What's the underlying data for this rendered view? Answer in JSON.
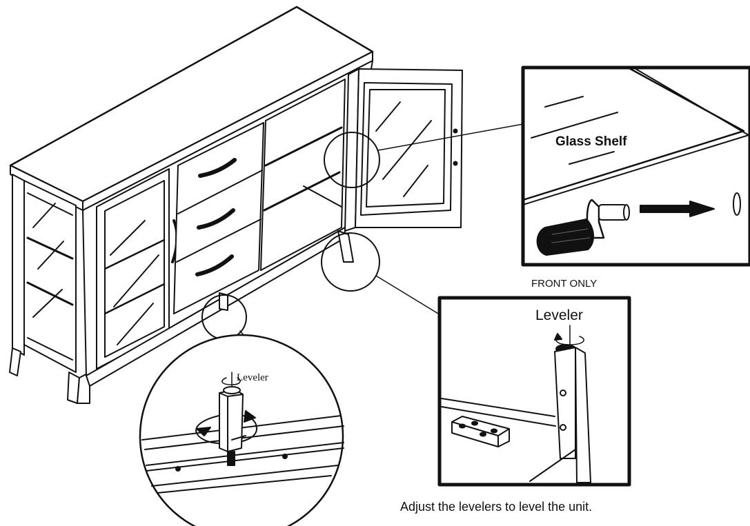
{
  "labels": {
    "glass_shelf": "Glass Shelf",
    "front_only": "FRONT ONLY",
    "leveler_right": "Leveler",
    "leveler_left": "Leveler",
    "instruction": "Adjust the levelers to level the unit."
  }
}
